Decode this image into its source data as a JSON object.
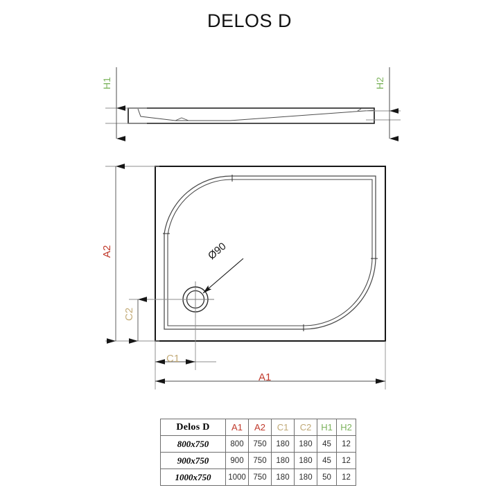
{
  "page": {
    "title": "DELOS D",
    "background_color": "#ffffff"
  },
  "colors": {
    "dimension_a": "#c0392b",
    "dimension_c": "#c3ab78",
    "dimension_h": "#7cb35c",
    "line": "#1a1a1a",
    "thin_line": "#808080"
  },
  "drawing": {
    "side_view": {
      "labels": {
        "h1": "H1",
        "h2": "H2"
      }
    },
    "plan_view": {
      "labels": {
        "a1": "A1",
        "a2": "A2",
        "c1": "C1",
        "c2": "C2",
        "drain": "Ø90"
      }
    }
  },
  "table": {
    "headers": [
      "Delos D",
      "A1",
      "A2",
      "C1",
      "C2",
      "H1",
      "H2"
    ],
    "header_colors": [
      "#000000",
      "#c0392b",
      "#c0392b",
      "#bfa875",
      "#bfa875",
      "#7cb35c",
      "#7cb35c"
    ],
    "rows": [
      {
        "size": "800x750",
        "a1": "800",
        "a2": "750",
        "c1": "180",
        "c2": "180",
        "h1": "45",
        "h2": "12"
      },
      {
        "size": "900x750",
        "a1": "900",
        "a2": "750",
        "c1": "180",
        "c2": "180",
        "h1": "45",
        "h2": "12"
      },
      {
        "size": "1000x750",
        "a1": "1000",
        "a2": "750",
        "c1": "180",
        "c2": "180",
        "h1": "50",
        "h2": "12"
      }
    ]
  }
}
